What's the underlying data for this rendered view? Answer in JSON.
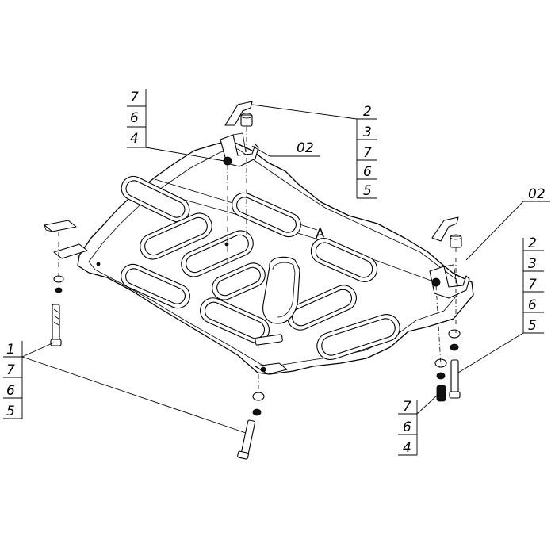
{
  "callouts": {
    "top_left_stack": [
      "7",
      "6",
      "4"
    ],
    "top_right_stack": [
      "2",
      "3",
      "7",
      "6",
      "5"
    ],
    "top_bracket_label": "02",
    "right_bracket_label": "02",
    "right_stack": [
      "2",
      "3",
      "7",
      "6",
      "5"
    ],
    "left_stack": [
      "1",
      "7",
      "6",
      "5"
    ],
    "bottom_right_stack": [
      "7",
      "6",
      "4"
    ]
  },
  "plate_mark": "A"
}
